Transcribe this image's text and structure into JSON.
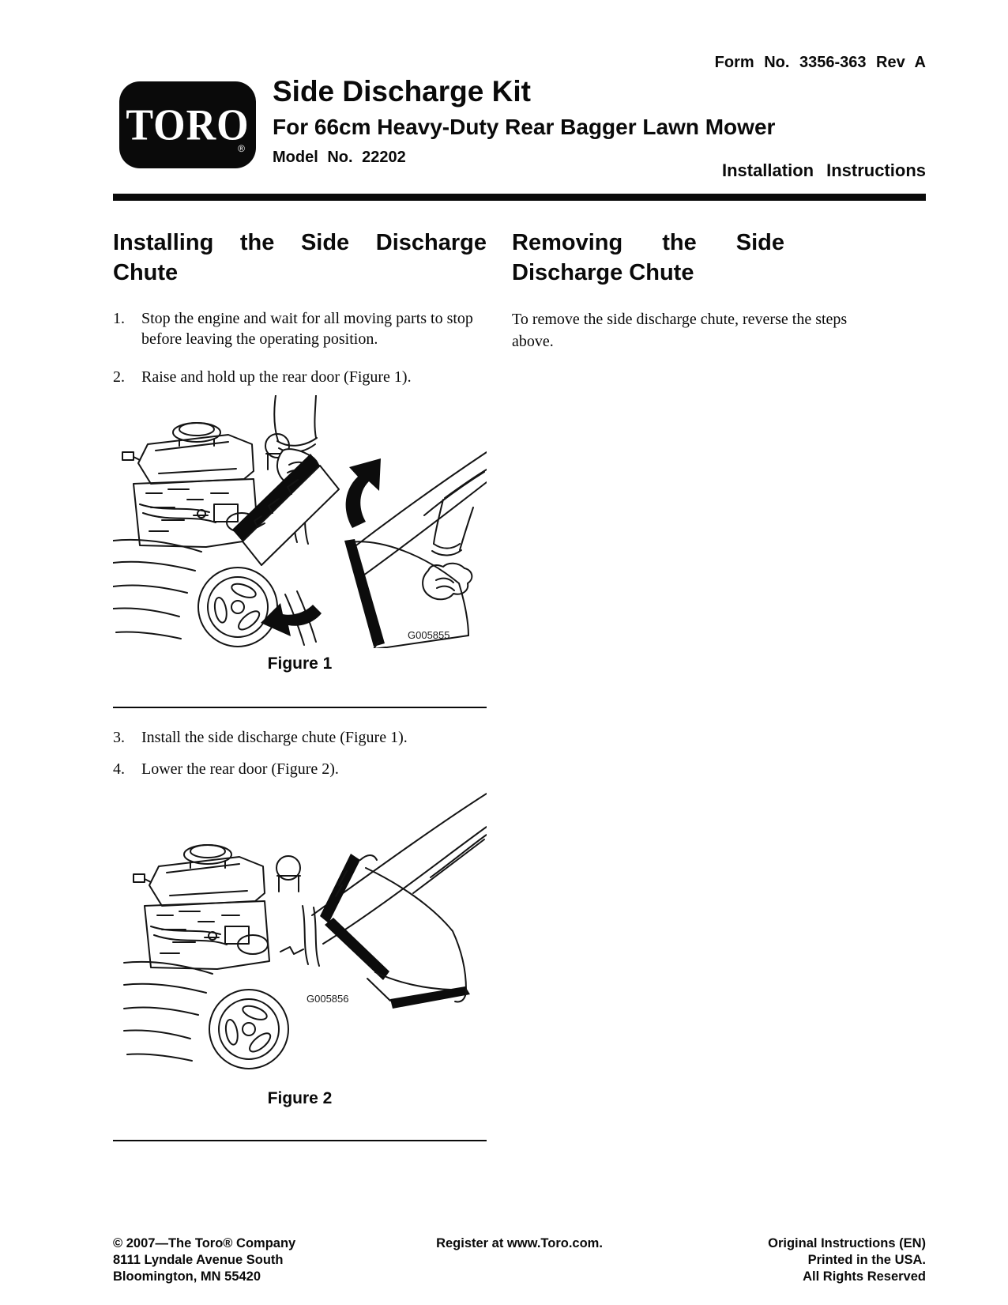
{
  "colors": {
    "ink": "#0a0a0a",
    "paper": "#ffffff"
  },
  "header": {
    "form_no": "Form No. 3356-363 Rev A",
    "logo": "TORO",
    "logo_reg": "®",
    "title": "Side Discharge Kit",
    "subtitle": "For 66cm Heavy-Duty Rear Bagger Lawn Mower",
    "model_no": "Model No. 22202",
    "doc_type": "Installation Instructions"
  },
  "install_section": {
    "heading": "Installing the Side Discharge Chute",
    "steps": [
      {
        "num": "1.",
        "text": "Stop the engine and wait for all moving parts to stop before leaving the operating position."
      },
      {
        "num": "2.",
        "text": "Raise and hold up the rear door (Figure 1)."
      },
      {
        "num": "3.",
        "text": "Install the side discharge chute (Figure 1)."
      },
      {
        "num": "4.",
        "text": "Lower the rear door (Figure 2)."
      }
    ],
    "figure1": {
      "caption": "Figure 1",
      "art_code": "G005855"
    },
    "figure2": {
      "caption": "Figure 2",
      "art_code": "G005856"
    }
  },
  "remove_section": {
    "heading": "Removing the Side Discharge Chute",
    "body": "To remove the side discharge chute, reverse the steps above."
  },
  "footer": {
    "left_lines": [
      "© 2007—The Toro® Company",
      "8111 Lyndale Avenue South",
      "Bloomington, MN 55420"
    ],
    "center": "Register at www.Toro.com.",
    "right_lines": [
      "Original Instructions (EN)",
      "Printed in the USA.",
      "All Rights Reserved"
    ]
  }
}
